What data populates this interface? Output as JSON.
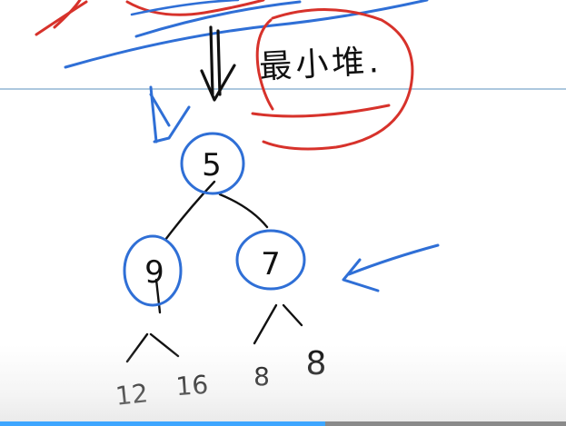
{
  "annotation": {
    "label": "最小堆."
  },
  "tree": {
    "root": "5",
    "left": "9",
    "right": "7",
    "left_left": "12",
    "left_right": "16",
    "right_left": "8",
    "right_right": "8"
  },
  "colors": {
    "ink": "#111111",
    "blue": "#2f6fd6",
    "red": "#d7322b",
    "rule": "#7aa7c9",
    "progress": "#3ea6ff"
  },
  "video": {
    "progress_fraction": 0.575
  }
}
